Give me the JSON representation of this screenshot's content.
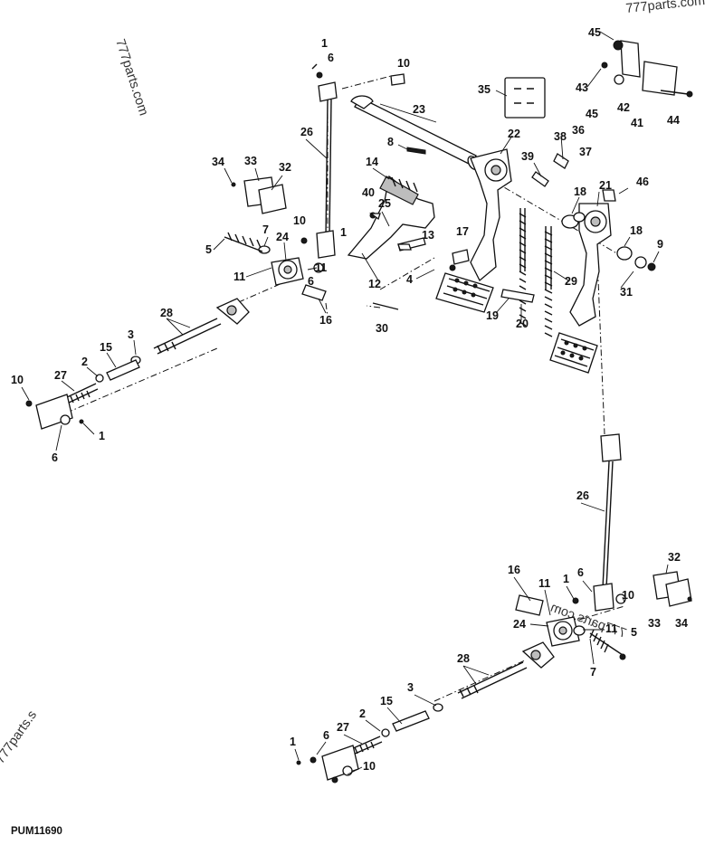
{
  "watermarks": [
    "777parts.com",
    "777parts.com",
    "777parts.com",
    "777parts.s"
  ],
  "figure_id": "PUM11690",
  "callouts": [
    {
      "label": "1"
    },
    {
      "label": "6"
    },
    {
      "label": "10"
    },
    {
      "label": "23"
    },
    {
      "label": "26"
    },
    {
      "label": "35"
    },
    {
      "label": "45"
    },
    {
      "label": "43"
    },
    {
      "label": "45"
    },
    {
      "label": "42"
    },
    {
      "label": "41"
    },
    {
      "label": "44"
    },
    {
      "label": "8"
    },
    {
      "label": "22"
    },
    {
      "label": "38"
    },
    {
      "label": "36"
    },
    {
      "label": "37"
    },
    {
      "label": "39"
    },
    {
      "label": "34"
    },
    {
      "label": "33"
    },
    {
      "label": "32"
    },
    {
      "label": "14"
    },
    {
      "label": "40"
    },
    {
      "label": "25"
    },
    {
      "label": "46"
    },
    {
      "label": "18"
    },
    {
      "label": "21"
    },
    {
      "label": "10"
    },
    {
      "label": "1"
    },
    {
      "label": "7"
    },
    {
      "label": "24"
    },
    {
      "label": "5"
    },
    {
      "label": "11"
    },
    {
      "label": "11"
    },
    {
      "label": "6"
    },
    {
      "label": "13"
    },
    {
      "label": "17"
    },
    {
      "label": "4"
    },
    {
      "label": "12"
    },
    {
      "label": "18"
    },
    {
      "label": "9"
    },
    {
      "label": "31"
    },
    {
      "label": "29"
    },
    {
      "label": "19"
    },
    {
      "label": "20"
    },
    {
      "label": "16"
    },
    {
      "label": "30"
    },
    {
      "label": "28"
    },
    {
      "label": "3"
    },
    {
      "label": "15"
    },
    {
      "label": "2"
    },
    {
      "label": "27"
    },
    {
      "label": "10"
    },
    {
      "label": "1"
    },
    {
      "label": "6"
    },
    {
      "label": "26"
    },
    {
      "label": "32"
    },
    {
      "label": "16"
    },
    {
      "label": "11"
    },
    {
      "label": "1"
    },
    {
      "label": "6"
    },
    {
      "label": "10"
    },
    {
      "label": "33"
    },
    {
      "label": "34"
    },
    {
      "label": "24"
    },
    {
      "label": "11"
    },
    {
      "label": "5"
    },
    {
      "label": "7"
    },
    {
      "label": "28"
    },
    {
      "label": "3"
    },
    {
      "label": "15"
    },
    {
      "label": "2"
    },
    {
      "label": "27"
    },
    {
      "label": "1"
    },
    {
      "label": "6"
    },
    {
      "label": "10"
    }
  ]
}
